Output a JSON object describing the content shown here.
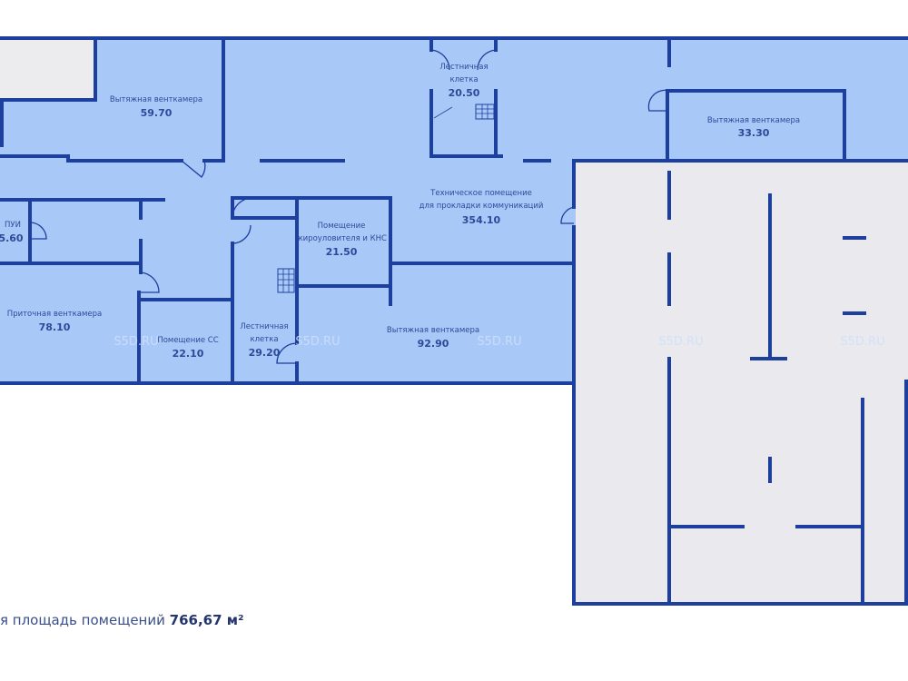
{
  "rooms": {
    "exhaust_59": {
      "name": "Вытяжная венткамера",
      "area": "59.70"
    },
    "stair_20": {
      "name_line1": "Лестничная",
      "name_line2": "клетка",
      "area": "20.50"
    },
    "exhaust_33": {
      "name": "Вытяжная венткамера",
      "area": "33.30"
    },
    "tech_354": {
      "name_line1": "Техническое помещение",
      "name_line2": "для прокладки коммуникаций",
      "area": "354.10"
    },
    "pui": {
      "name": "ПУИ",
      "area": "5.60"
    },
    "grease_21": {
      "name_line1": "Помещение",
      "name_line2": "жироуловителя и КНС",
      "area": "21.50"
    },
    "supply_78": {
      "name": "Приточная венткамера",
      "area": "78.10"
    },
    "ss_22": {
      "name": "Помещение СС",
      "area": "22.10"
    },
    "stair_29": {
      "name_line1": "Лестничная",
      "name_line2": "клетка",
      "area": "29.20"
    },
    "exhaust_92": {
      "name": "Вытяжная венткамера",
      "area": "92.90"
    }
  },
  "watermark": "S5D.RU",
  "total": {
    "label": "я площадь помещений",
    "value": "766,67 м²"
  },
  "colors": {
    "room_fill": "#a8c8f7",
    "wall": "#1d3f9e",
    "other_area": "#e9e9ee"
  }
}
